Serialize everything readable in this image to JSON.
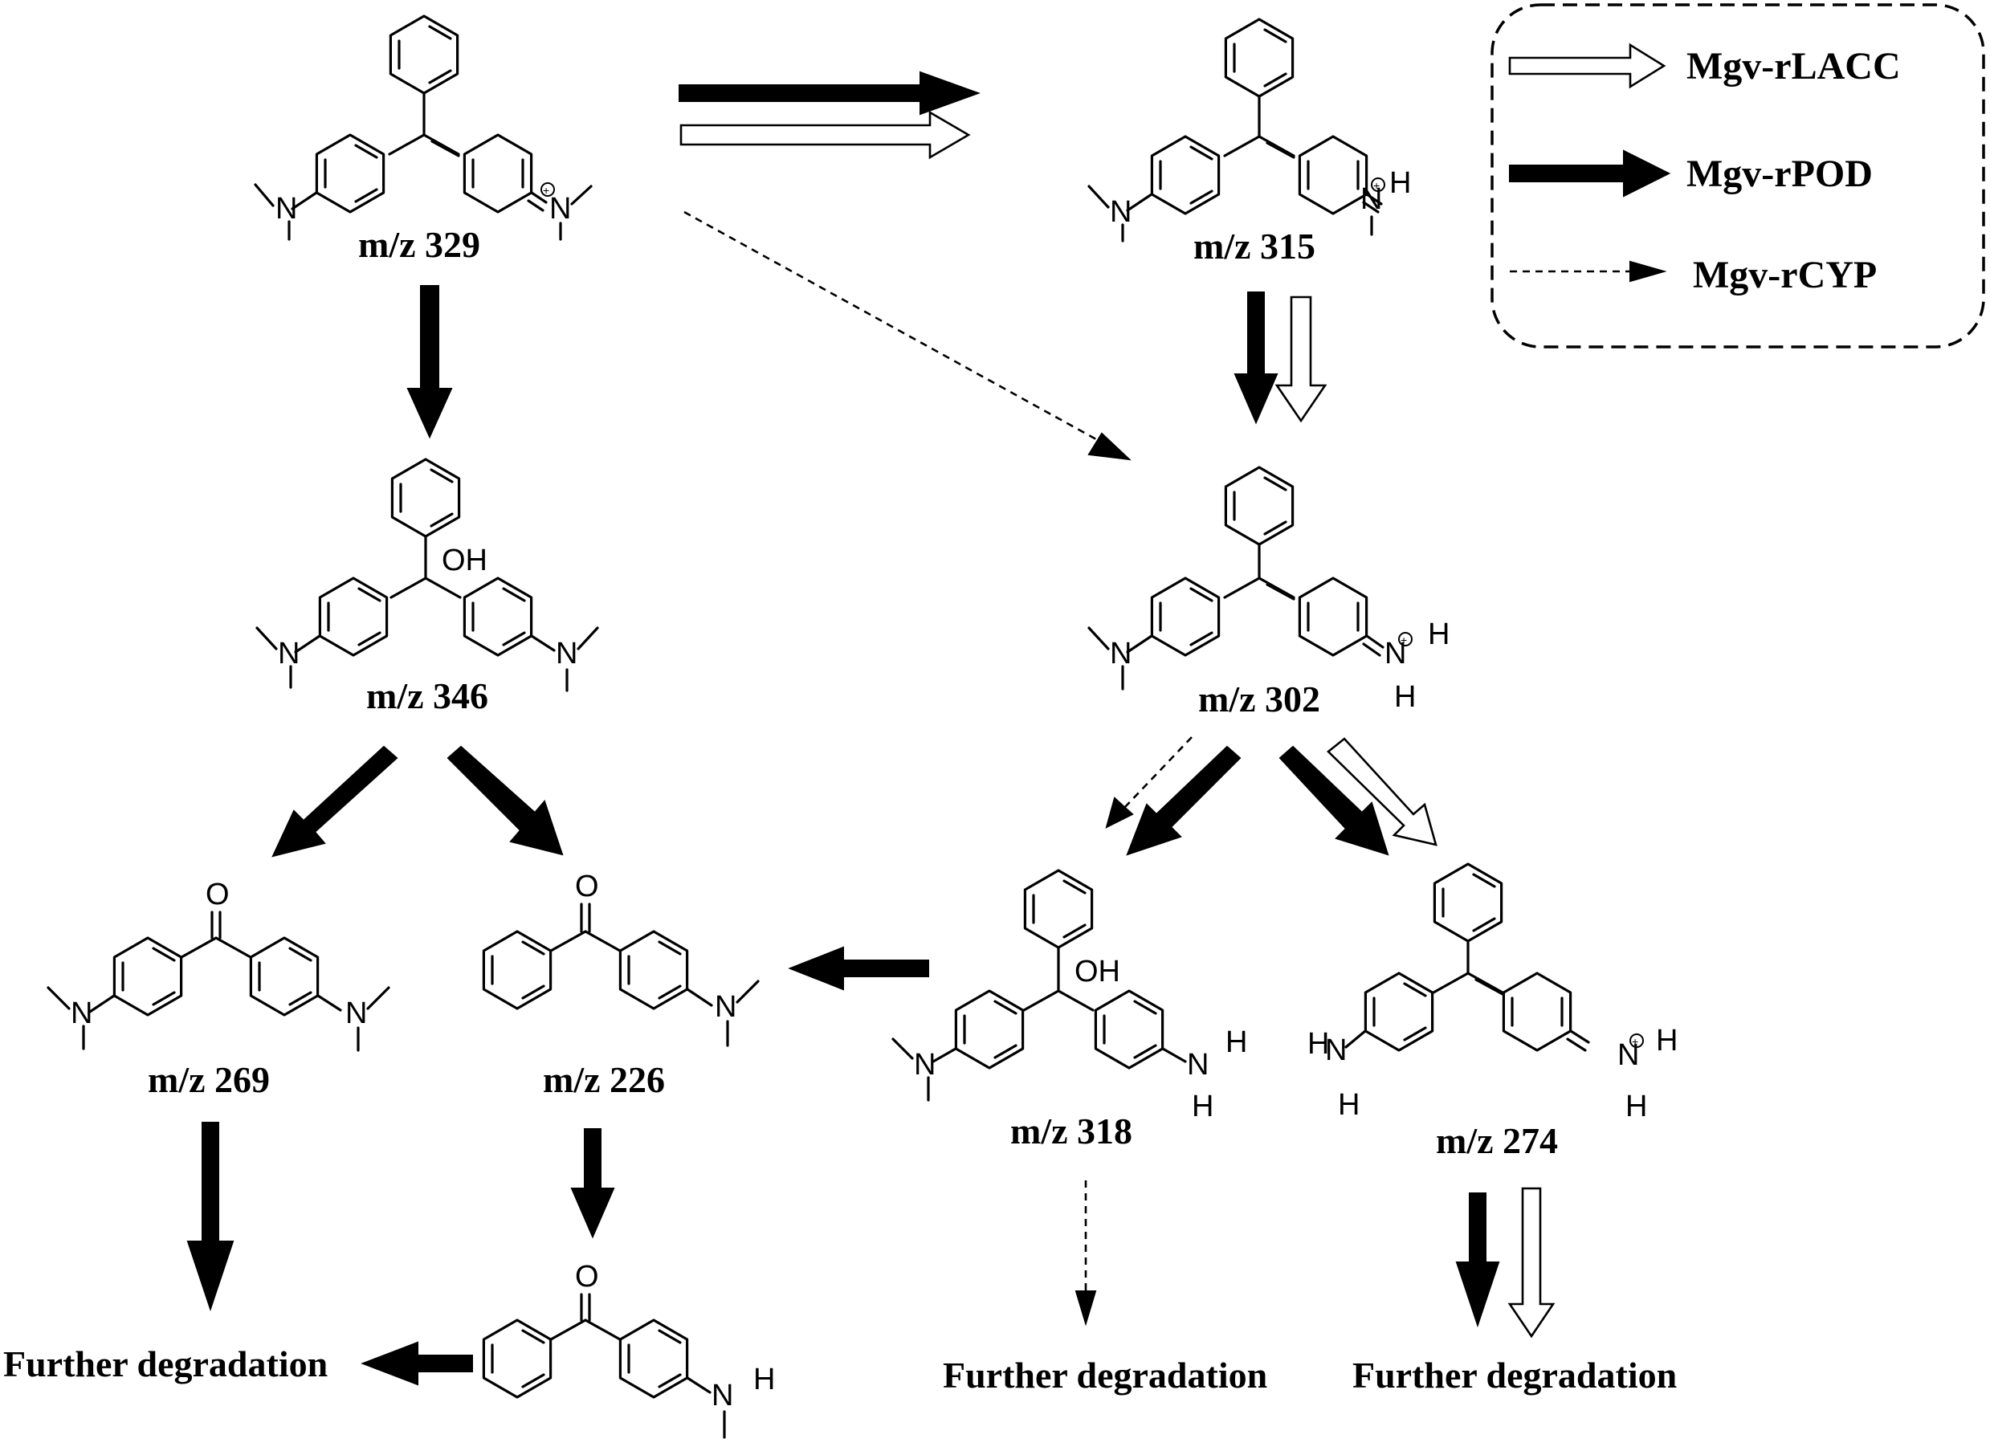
{
  "legend": {
    "items": [
      {
        "style": "open",
        "label": "Mgv-rLACC"
      },
      {
        "style": "solid",
        "label": "Mgv-rPOD"
      },
      {
        "style": "dashed",
        "label": "Mgv-rCYP"
      }
    ]
  },
  "compounds": {
    "c329": {
      "label": "m/z 329"
    },
    "c315": {
      "label": "m/z 315"
    },
    "c346": {
      "label": "m/z 346"
    },
    "c302": {
      "label": "m/z 302"
    },
    "c269": {
      "label": "m/z 269"
    },
    "c226": {
      "label": "m/z 226"
    },
    "c318": {
      "label": "m/z 318"
    },
    "c274": {
      "label": "m/z 274"
    }
  },
  "atoms": {
    "n": "N",
    "h": "H",
    "oh": "OH",
    "o": "O",
    "plus": "+"
  },
  "endpoints": {
    "left": "Further degradation",
    "middle": "Further degradation",
    "right": "Further degradation"
  },
  "colors": {
    "ink": "#000000",
    "background": "#ffffff"
  }
}
